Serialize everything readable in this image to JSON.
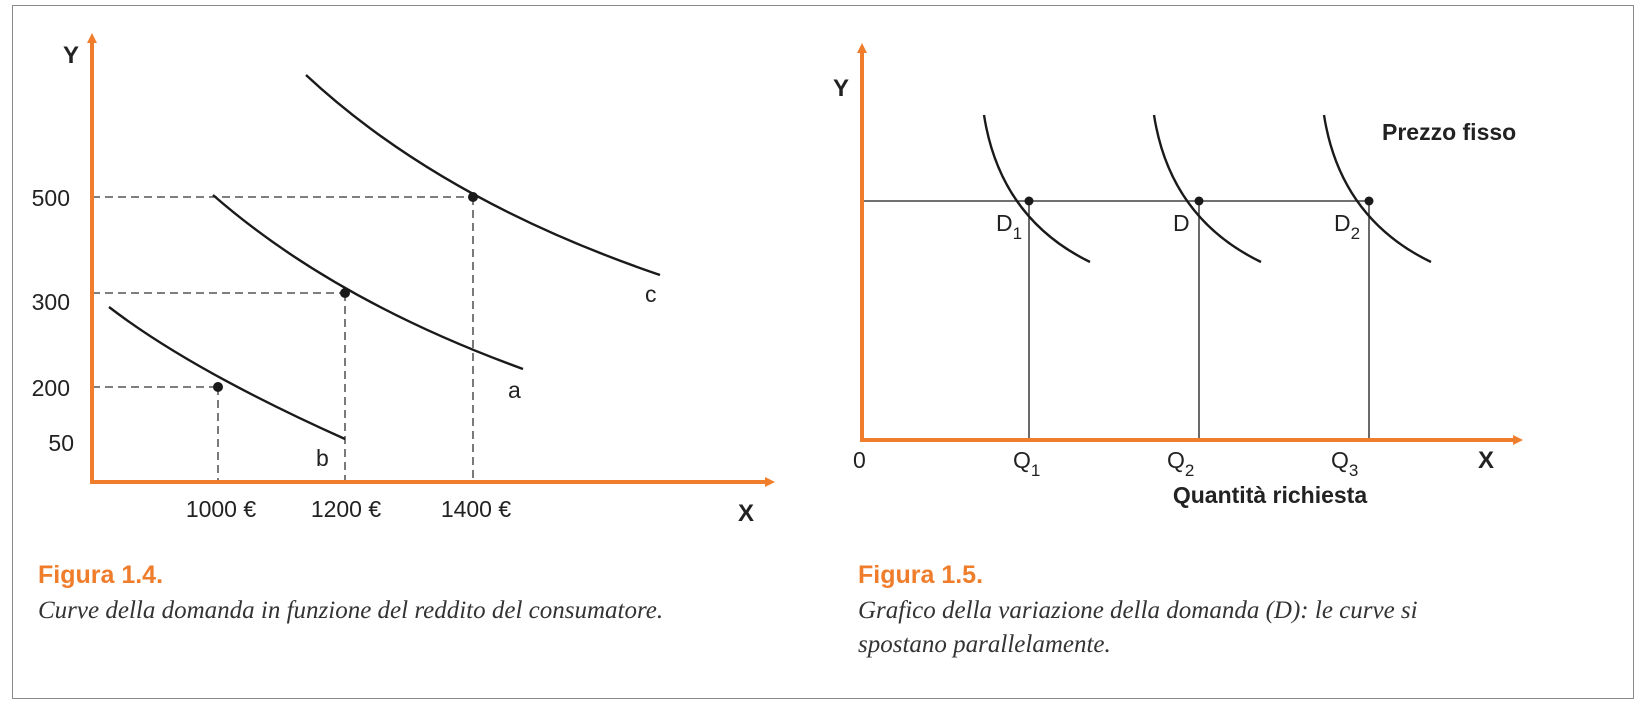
{
  "colors": {
    "axis": "#ef7d2c",
    "curve": "#1a1a1a",
    "caption_title": "#ef7d2c",
    "frame": "#8a8a8a"
  },
  "figure_left": {
    "title": "Figura 1.4.",
    "caption": "Curve della domanda in funzione del reddito del consumatore.",
    "y_axis_label": "Y",
    "x_axis_label": "X",
    "y_ticks": [
      "500",
      "300",
      "200",
      "50"
    ],
    "x_ticks": [
      "1000 €",
      "1200 €",
      "1400 €"
    ],
    "curves": [
      {
        "name": "b",
        "point": {
          "x": "1000 €",
          "y": "200"
        }
      },
      {
        "name": "a",
        "point": {
          "x": "1200 €",
          "y": "300"
        }
      },
      {
        "name": "c",
        "point": {
          "x": "1400 €",
          "y": "500"
        }
      }
    ]
  },
  "figure_right": {
    "title": "Figura 1.5.",
    "caption_line1": "Grafico della variazione della domanda (D): le curve si",
    "caption_line2": "spostano parallelamente.",
    "y_axis_label": "Y",
    "x_axis_label": "X",
    "origin_label": "0",
    "price_label": "Prezzo fisso",
    "x_title": "Quantità richiesta",
    "demand_labels": [
      {
        "base": "D",
        "sub": "1"
      },
      {
        "base": "D",
        "sub": ""
      },
      {
        "base": "D",
        "sub": "2"
      }
    ],
    "quantity_labels": [
      {
        "base": "Q",
        "sub": "1"
      },
      {
        "base": "Q",
        "sub": "2"
      },
      {
        "base": "Q",
        "sub": "3"
      }
    ]
  }
}
